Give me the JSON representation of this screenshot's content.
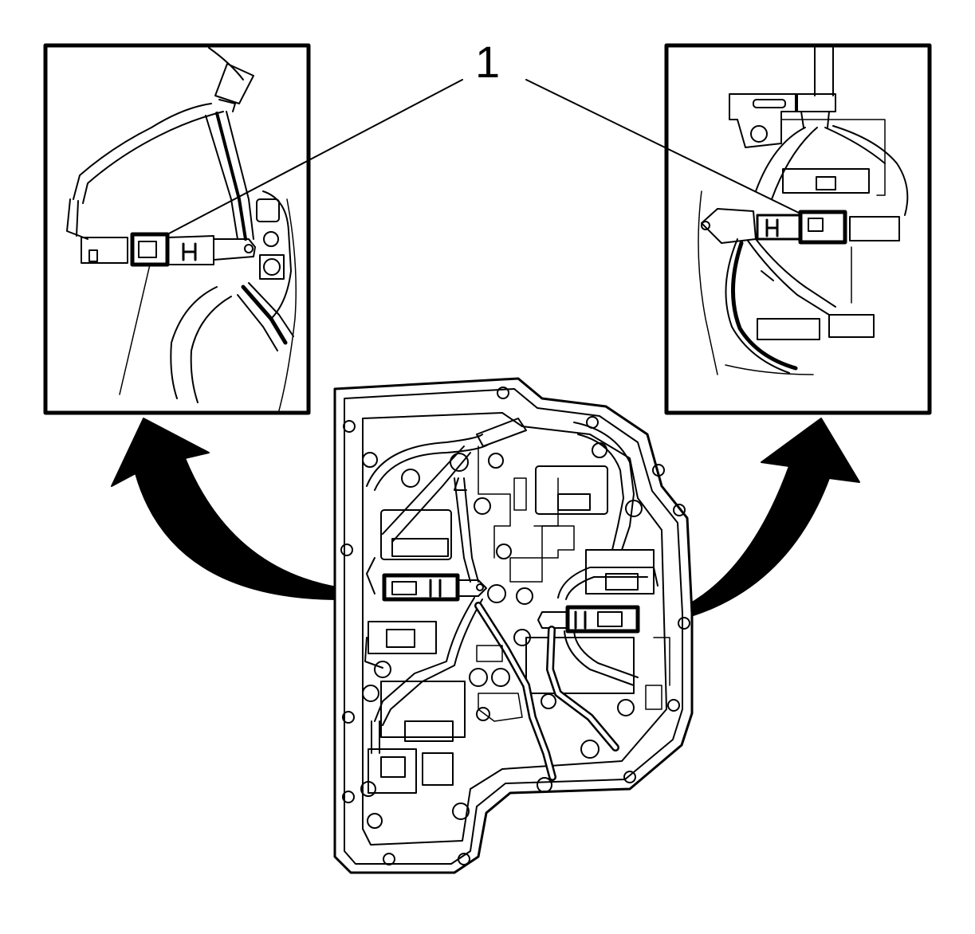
{
  "callout": {
    "label": "1"
  },
  "colors": {
    "ink": "#000000",
    "paper": "#ffffff"
  },
  "panels": {
    "left": {
      "name": "left-connector-detail"
    },
    "right": {
      "name": "right-connector-detail"
    }
  }
}
